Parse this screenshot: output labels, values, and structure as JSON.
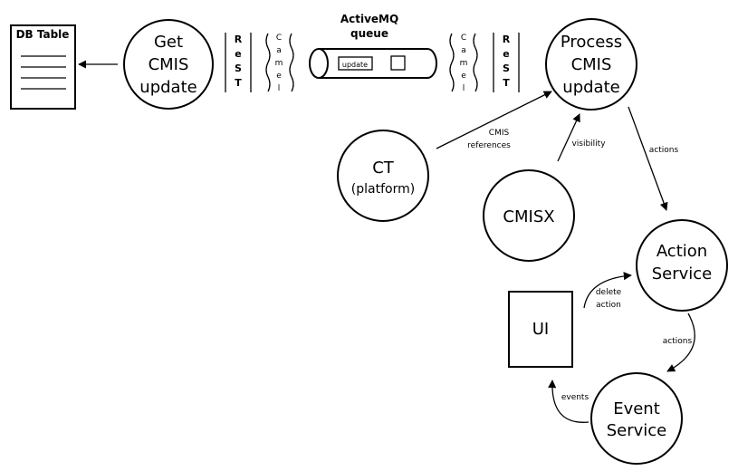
{
  "db_table": {
    "title": "DB Table"
  },
  "nodes": {
    "get_cmis_update": [
      "Get",
      "CMIS",
      "update"
    ],
    "process_cmis_update": [
      "Process",
      "CMIS",
      "update"
    ],
    "ct": [
      "CT",
      "(platform)"
    ],
    "cmisx": [
      "CMISX"
    ],
    "action_service": [
      "Action",
      "Service"
    ],
    "event_service": [
      "Event",
      "Service"
    ],
    "ui": [
      "UI"
    ]
  },
  "queue": {
    "title": [
      "ActiveMQ",
      "queue"
    ],
    "message_label": "update"
  },
  "adapters": {
    "rest": [
      "R",
      "e",
      "S",
      "T"
    ],
    "camel": [
      "C",
      "a",
      "m",
      "e",
      "l"
    ]
  },
  "edge_labels": {
    "cmis_references": [
      "CMIS",
      "references"
    ],
    "visibility": "visibility",
    "actions_1": "actions",
    "delete_action": [
      "delete",
      "action"
    ],
    "actions_2": "actions",
    "events": "events"
  }
}
